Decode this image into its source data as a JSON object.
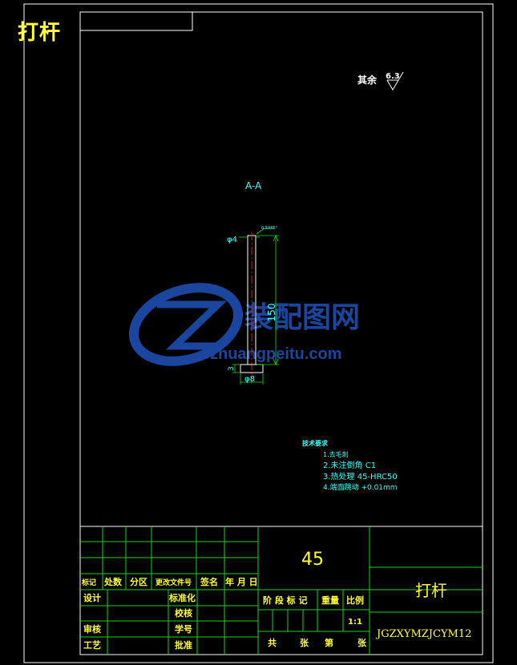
{
  "title_corner": "打杆",
  "roughness": {
    "prefix": "其余",
    "value": "6.3"
  },
  "section_label": "A-A",
  "part": {
    "dia_top": "φ4",
    "length": "150",
    "dia_base": "φ8",
    "base_height": "3",
    "chamfer_note": "0.5X45°"
  },
  "watermark": {
    "cn": "装配图网",
    "url": "zhuangpeitu.com"
  },
  "tech": {
    "heading": "技术要求",
    "items": [
      "1.去毛刺",
      "2.未注倒角 C1",
      "3.热处理 45-HRC50",
      "4.端面跳动 +0.01mm"
    ]
  },
  "titleblock": {
    "material": "45",
    "name": "打杆",
    "code": "JGZXYMZJCYM12",
    "scale": "1:1",
    "rev_headers": [
      "标记",
      "处数",
      "分区",
      "更改文件号",
      "签名",
      "年 月 日"
    ],
    "left_rows": [
      {
        "a": "设计",
        "b": "标准化"
      },
      {
        "a": "",
        "b": "校核"
      },
      {
        "a": "审核",
        "b": "学号"
      },
      {
        "a": "工艺",
        "b": "批准"
      }
    ],
    "stage_headers": [
      "阶 段 标 记",
      "重量",
      "比例"
    ],
    "sheet_footer": [
      "共",
      "张",
      "第",
      "张"
    ]
  },
  "colors": {
    "frame": "#ffffff",
    "tb_line": "#19d719",
    "text_yellow": "#ffff3c",
    "text_cyan": "#3cffff",
    "wm": "#1c4aa8"
  }
}
